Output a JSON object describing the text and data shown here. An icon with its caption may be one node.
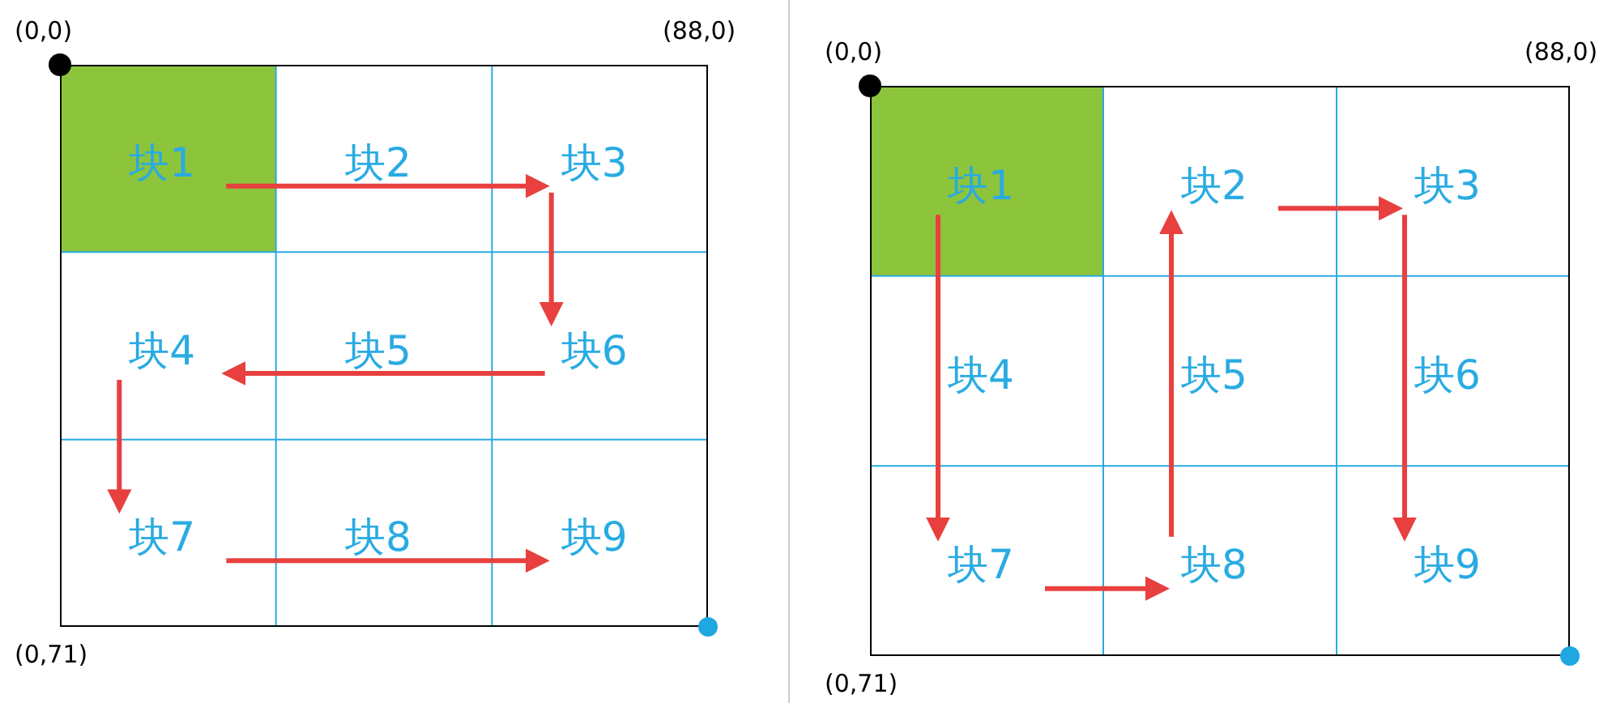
{
  "diagram": {
    "nodes": [
      {
        "text": [],
        "shape": "box",
        "beside": [
          "(0,0)",
          "(88,0)",
          "(0,71)"
        ]
      },
      {
        "text": [
          "块1"
        ],
        "in": 0
      },
      {
        "text": [
          "块2"
        ],
        "in": 0
      },
      {
        "text": [
          "块3"
        ],
        "in": 0
      },
      {
        "text": [
          "块4"
        ],
        "in": 0
      },
      {
        "text": [
          "块5"
        ],
        "in": 0
      },
      {
        "text": [
          "块6"
        ],
        "in": 0
      },
      {
        "text": [
          "块7"
        ],
        "in": 0
      },
      {
        "text": [
          "块8"
        ],
        "in": 0
      },
      {
        "text": [
          "块9"
        ],
        "in": 0
      },
      {
        "text": [],
        "shape": "box",
        "beside": [
          "(0,0)",
          "(88,0)",
          "(0,71)"
        ]
      },
      {
        "text": [
          "块1"
        ],
        "in": 10
      },
      {
        "text": [
          "块2"
        ],
        "in": 10
      },
      {
        "text": [
          "块3"
        ],
        "in": 10
      },
      {
        "text": [
          "块4"
        ],
        "in": 10
      },
      {
        "text": [
          "块5"
        ],
        "in": 10
      },
      {
        "text": [
          "块6"
        ],
        "in": 10
      },
      {
        "text": [
          "块7"
        ],
        "in": 10
      },
      {
        "text": [
          "块8"
        ],
        "in": 10
      },
      {
        "text": [
          "块9"
        ],
        "in": 10
      }
    ],
    "edges": [
      {
        "from": 1,
        "to": 3,
        "arrow": "to"
      },
      {
        "from": 3,
        "to": 6,
        "arrow": "to"
      },
      {
        "from": 6,
        "to": 4,
        "arrow": "to"
      },
      {
        "from": 4,
        "to": 7,
        "arrow": "to"
      },
      {
        "from": 7,
        "to": 9,
        "arrow": "to"
      },
      {
        "from": 11,
        "to": 17,
        "arrow": "to"
      },
      {
        "from": 17,
        "to": 18,
        "arrow": "to"
      },
      {
        "from": 18,
        "to": 12,
        "arrow": "to"
      },
      {
        "from": 12,
        "to": 13,
        "arrow": "to"
      },
      {
        "from": 13,
        "to": 19,
        "arrow": "to"
      }
    ]
  }
}
